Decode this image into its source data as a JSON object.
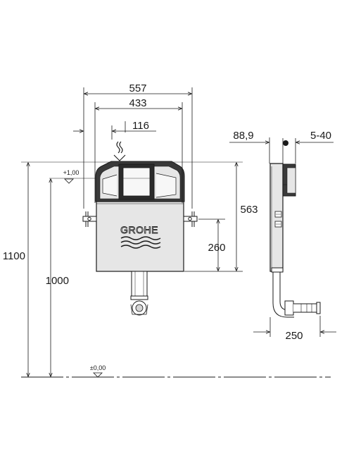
{
  "brand": "GROHE",
  "dimensions": {
    "width_outer": "557",
    "width_inner": "433",
    "button_offset": "116",
    "height_total": "1100",
    "height_floor": "1000",
    "height_cistern": "563",
    "height_bracket": "260",
    "depth": "88,9",
    "wall_gap": "5-40",
    "outlet": "250"
  },
  "levels": {
    "top": "+1,00",
    "floor": "±0,00"
  },
  "colors": {
    "line": "#1a1a1a",
    "cistern_fill": "#e6e6e6",
    "panel_fill": "#f4f4f4"
  }
}
